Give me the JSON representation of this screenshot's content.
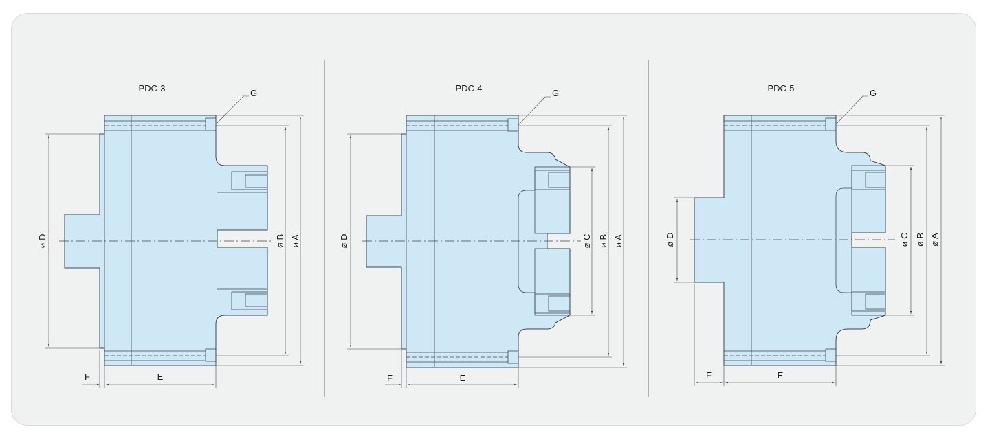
{
  "drawings": [
    {
      "title": "PDC-3",
      "labels": {
        "g": "G",
        "d": "ø D",
        "b": "ø B",
        "a": "ø A",
        "f": "F",
        "e": "E"
      }
    },
    {
      "title": "PDC-4",
      "labels": {
        "g": "G",
        "d": "ø D",
        "c": "ø C",
        "b": "ø B",
        "a": "ø A",
        "f": "F",
        "e": "E"
      }
    },
    {
      "title": "PDC-5",
      "labels": {
        "g": "G",
        "d": "ø D",
        "c": "ø C",
        "b": "ø B",
        "a": "ø A",
        "f": "F",
        "e": "E"
      }
    }
  ],
  "colors": {
    "panel": "#f0f1f1",
    "body_fill": "#cfe8f6",
    "line": "#3e4750"
  }
}
